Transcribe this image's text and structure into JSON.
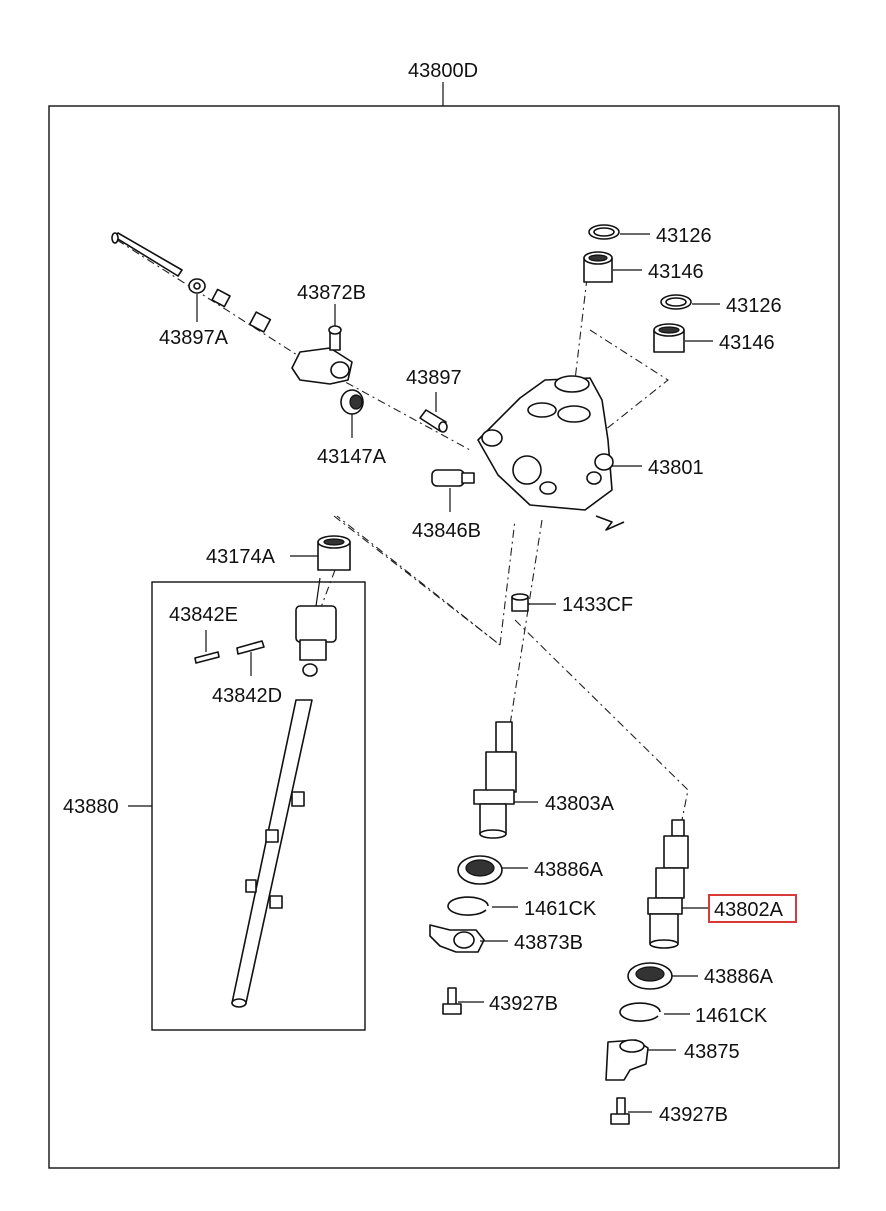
{
  "diagram": {
    "assembly_label": "43800D",
    "sub_assembly_label": "43880",
    "highlighted_part": "43802A",
    "highlight_color": "#d83a3a",
    "parts": {
      "p43126_top": "43126",
      "p43146_top": "43146",
      "p43126_bottom": "43126",
      "p43146_bottom": "43146",
      "p43872B": "43872B",
      "p43897A": "43897A",
      "p43897": "43897",
      "p43147A": "43147A",
      "p43801": "43801",
      "p43846B": "43846B",
      "p43174A": "43174A",
      "p1433CF": "1433CF",
      "p43842E": "43842E",
      "p43842D": "43842D",
      "p43803A": "43803A",
      "p43886A_left": "43886A",
      "p1461CK_left": "1461CK",
      "p43873B": "43873B",
      "p43927B_left": "43927B",
      "p43802A": "43802A",
      "p43886A_right": "43886A",
      "p1461CK_right": "1461CK",
      "p43875": "43875",
      "p43927B_right": "43927B"
    }
  }
}
